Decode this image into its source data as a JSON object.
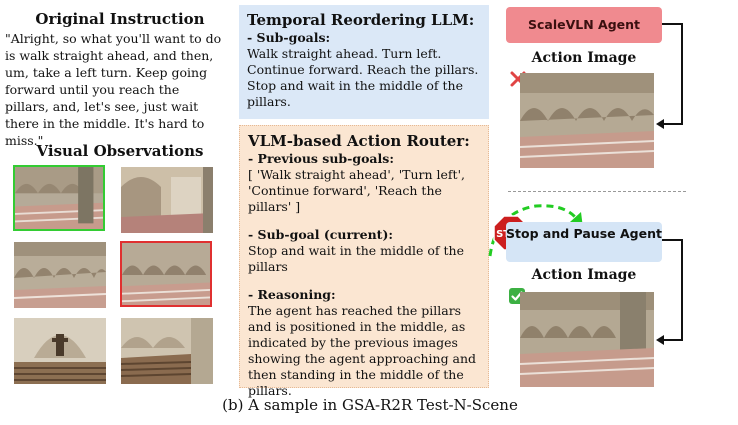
{
  "left": {
    "instruction_title": "Original Instruction",
    "instruction_text": "\"Alright, so what you'll want to do is walk straight ahead, and then, um, take a left turn. Keep going forward until you reach the pillars, and, let's see, just wait there in the middle. It's hard to miss.\"",
    "observations_title": "Visual Observations"
  },
  "middle": {
    "reorder_title": "Temporal Reordering LLM:",
    "subgoals_label": "- Sub-goals:",
    "subgoals_text": "Walk straight ahead. Turn left. Continue forward. Reach the pillars. Stop and wait in the middle of the pillars.",
    "router_title": "VLM-based Action Router:",
    "prev_label": "- Previous sub-goals:",
    "prev_text": "[ 'Walk straight ahead', 'Turn left', 'Continue forward', 'Reach the pillars' ]",
    "current_label": "- Sub-goal (current):",
    "current_text": "Stop and wait in the middle of the pillars",
    "reason_label": "- Reasoning:",
    "reason_text": "The agent has reached the pillars and is positioned in the middle, as indicated by the previous images showing the agent approaching and then standing in the middle of the pillars."
  },
  "right": {
    "agent1": "ScaleVLN Agent",
    "action_image_1": "Action Image",
    "stop_sign": "STOP",
    "agent2": "Stop and Pause Agent",
    "action_image_2": "Action Image"
  },
  "caption": "(b) A sample in GSA-R2R Test-N-Scene",
  "colors": {
    "agent1_bg": "#f08a8f",
    "agent2_bg": "#d5e5f6",
    "green_border": "#33cc33",
    "red_border": "#e03030",
    "stop_red": "#cc1f1f",
    "dash_green": "#22cc22"
  }
}
